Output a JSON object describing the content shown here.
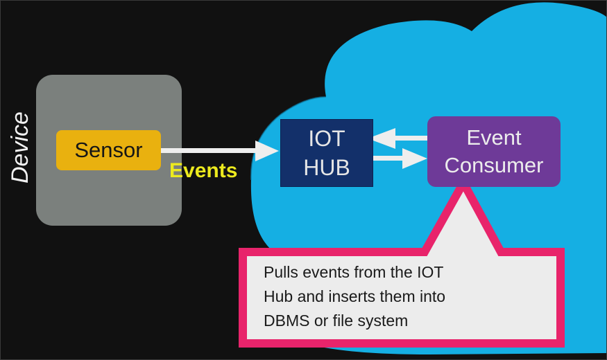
{
  "diagram": {
    "title": "IoT event flow",
    "colors": {
      "background": "#111111",
      "cloud": "#15afe3",
      "device_box": "#7b807d",
      "sensor": "#e9b10f",
      "events_label": "#ecea1e",
      "iot_hub": "#13306a",
      "event_consumer": "#6e3a98",
      "callout_border": "#e8246b",
      "callout_fill": "#ececec",
      "arrow": "#eeeeee"
    },
    "device": {
      "label": "Device"
    },
    "sensor": {
      "label": "Sensor"
    },
    "events_label": "Events",
    "iot_hub": {
      "line1": "IOT",
      "line2": "HUB"
    },
    "event_consumer": {
      "line1": "Event",
      "line2": "Consumer"
    },
    "callout": {
      "lines": [
        "Pulls events from the IOT",
        "Hub and inserts them into",
        "DBMS or file system"
      ]
    },
    "edges": [
      {
        "from": "Sensor",
        "to": "IOT HUB",
        "label": "Events"
      },
      {
        "from": "Event Consumer",
        "to": "IOT HUB",
        "label": ""
      },
      {
        "from": "IOT HUB",
        "to": "Event Consumer",
        "label": ""
      }
    ]
  }
}
